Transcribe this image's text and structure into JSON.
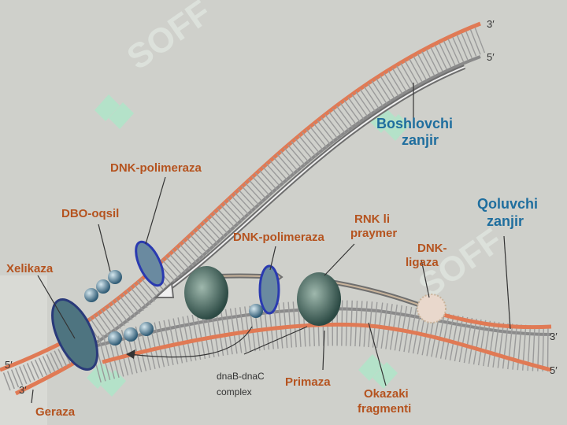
{
  "labels": {
    "leading_strand": [
      "Boshlovchi",
      "zanjir"
    ],
    "lagging_strand": [
      "Qoluvchi",
      "zanjir"
    ],
    "dna_polymerase_top": "DNK-polimeraza",
    "dna_polymerase_mid": "DNK-polimeraza",
    "dbo_protein": "DBO-oqsil",
    "helicase": "Xelikaza",
    "rna_primer": [
      "RNK li",
      "praymer"
    ],
    "dna_ligase": [
      "DNK-",
      "ligaza"
    ],
    "dnab_complex": [
      "dnaB-dnaC",
      "complex"
    ],
    "primase": "Primaza",
    "okazaki": [
      "Okazaki",
      "fragmenti"
    ],
    "gyrase": "Geraza"
  },
  "strand_ends": {
    "top_3": "3′",
    "top_5": "5′",
    "right_3": "3′",
    "right_5": "5′",
    "left_5": "5′",
    "left_3": "3′"
  },
  "watermark": "SOFF",
  "colors": {
    "background": "#cfd0cb",
    "strand": "#e07a55",
    "strand_dark": "#8a8a8a",
    "label_orange": "#b5531f",
    "label_blue": "#1f6e9e",
    "watermark": "#9ff0c8"
  }
}
